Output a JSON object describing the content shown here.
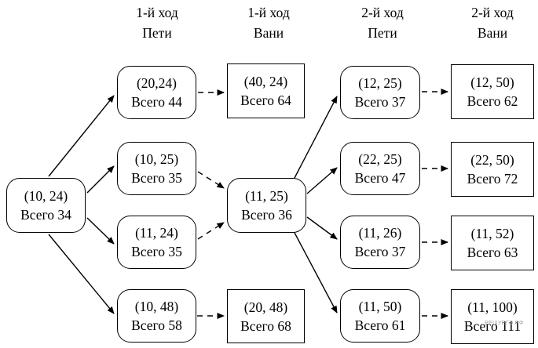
{
  "figure": {
    "type": "game-tree",
    "background_color": "#ffffff",
    "stroke_color": "#000000",
    "watermark": "РЕШУЕГЭ.РФ"
  },
  "headers": [
    {
      "line1": "1-й ход",
      "line2": "Пети"
    },
    {
      "line1": "1-й ход",
      "line2": "Вани"
    },
    {
      "line1": "2-й ход",
      "line2": "Пети"
    },
    {
      "line1": "2-й ход",
      "line2": "Вани"
    }
  ],
  "nodes": [
    {
      "pair": "(10, 24)",
      "total": "Всего 34",
      "shape": "rounded",
      "column": "start"
    },
    {
      "pair": "(20,24)",
      "total": "Всего 44",
      "shape": "rounded",
      "column": "1-й ход Пети"
    },
    {
      "pair": "(10, 25)",
      "total": "Всего 35",
      "shape": "rounded",
      "column": "1-й ход Пети"
    },
    {
      "pair": "(11, 24)",
      "total": "Всего 35",
      "shape": "rounded",
      "column": "1-й ход Пети"
    },
    {
      "pair": "(10, 48)",
      "total": "Всего 58",
      "shape": "rounded",
      "column": "1-й ход Пети"
    },
    {
      "pair": "(40, 24)",
      "total": "Всего 64",
      "shape": "square",
      "column": "1-й ход Вани"
    },
    {
      "pair": "(11, 25)",
      "total": "Всего 36",
      "shape": "rounded",
      "column": "1-й ход Вани"
    },
    {
      "pair": "(20, 48)",
      "total": "Всего 68",
      "shape": "square",
      "column": "1-й ход Вани"
    },
    {
      "pair": "(12, 25)",
      "total": "Всего 37",
      "shape": "rounded",
      "column": "2-й ход Пети"
    },
    {
      "pair": "(22, 25)",
      "total": "Всего 47",
      "shape": "rounded",
      "column": "2-й ход Пети"
    },
    {
      "pair": "(11, 26)",
      "total": "Всего 37",
      "shape": "rounded",
      "column": "2-й ход Пети"
    },
    {
      "pair": "(11, 50)",
      "total": "Всего 61",
      "shape": "rounded",
      "column": "2-й ход Пети"
    },
    {
      "pair": "(12, 50)",
      "total": "Всего 62",
      "shape": "square",
      "column": "2-й ход Вани"
    },
    {
      "pair": "(22, 50)",
      "total": "Всего 72",
      "shape": "square",
      "column": "2-й ход Вани"
    },
    {
      "pair": "(11, 52)",
      "total": "Всего 63",
      "shape": "square",
      "column": "2-й ход Вани"
    },
    {
      "pair": "(11, 100)",
      "total": "Всего 111",
      "shape": "square",
      "column": "2-й ход Вани"
    }
  ],
  "edges": [
    {
      "from": 0,
      "to": 1,
      "style": "solid"
    },
    {
      "from": 0,
      "to": 2,
      "style": "solid"
    },
    {
      "from": 0,
      "to": 3,
      "style": "solid"
    },
    {
      "from": 0,
      "to": 4,
      "style": "solid"
    },
    {
      "from": 1,
      "to": 5,
      "style": "dashed"
    },
    {
      "from": 2,
      "to": 6,
      "style": "dashed"
    },
    {
      "from": 3,
      "to": 6,
      "style": "dashed"
    },
    {
      "from": 4,
      "to": 7,
      "style": "dashed"
    },
    {
      "from": 6,
      "to": 8,
      "style": "solid"
    },
    {
      "from": 6,
      "to": 9,
      "style": "solid"
    },
    {
      "from": 6,
      "to": 10,
      "style": "solid"
    },
    {
      "from": 6,
      "to": 11,
      "style": "solid"
    },
    {
      "from": 8,
      "to": 12,
      "style": "dashed"
    },
    {
      "from": 9,
      "to": 13,
      "style": "dashed"
    },
    {
      "from": 10,
      "to": 14,
      "style": "dashed"
    },
    {
      "from": 11,
      "to": 15,
      "style": "dashed"
    }
  ]
}
